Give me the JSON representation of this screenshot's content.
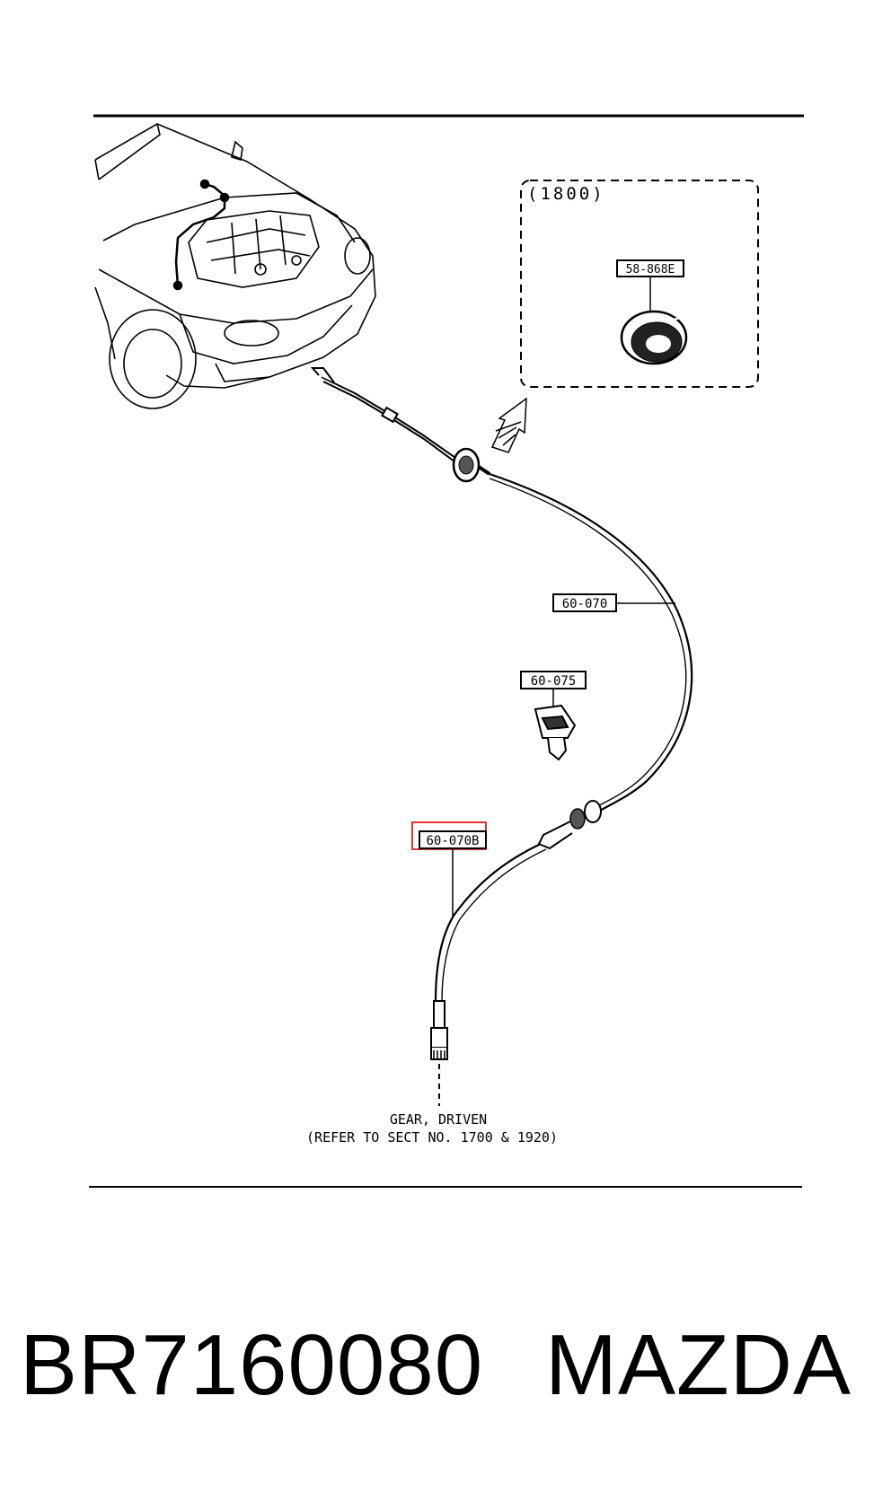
{
  "diagram": {
    "inset_label": "(1800)",
    "callouts": {
      "grommet": "58-868E",
      "cable": "60-070",
      "clip": "60-075",
      "cable_lower": "60-070B"
    },
    "gear_label_line1": "GEAR, DRIVEN",
    "gear_label_line2": "(REFER TO SECT NO. 1700 & 1920)",
    "highlight_color": "#e02020"
  },
  "footer": {
    "part_number": "BR7160080",
    "brand": "MAZDA"
  }
}
